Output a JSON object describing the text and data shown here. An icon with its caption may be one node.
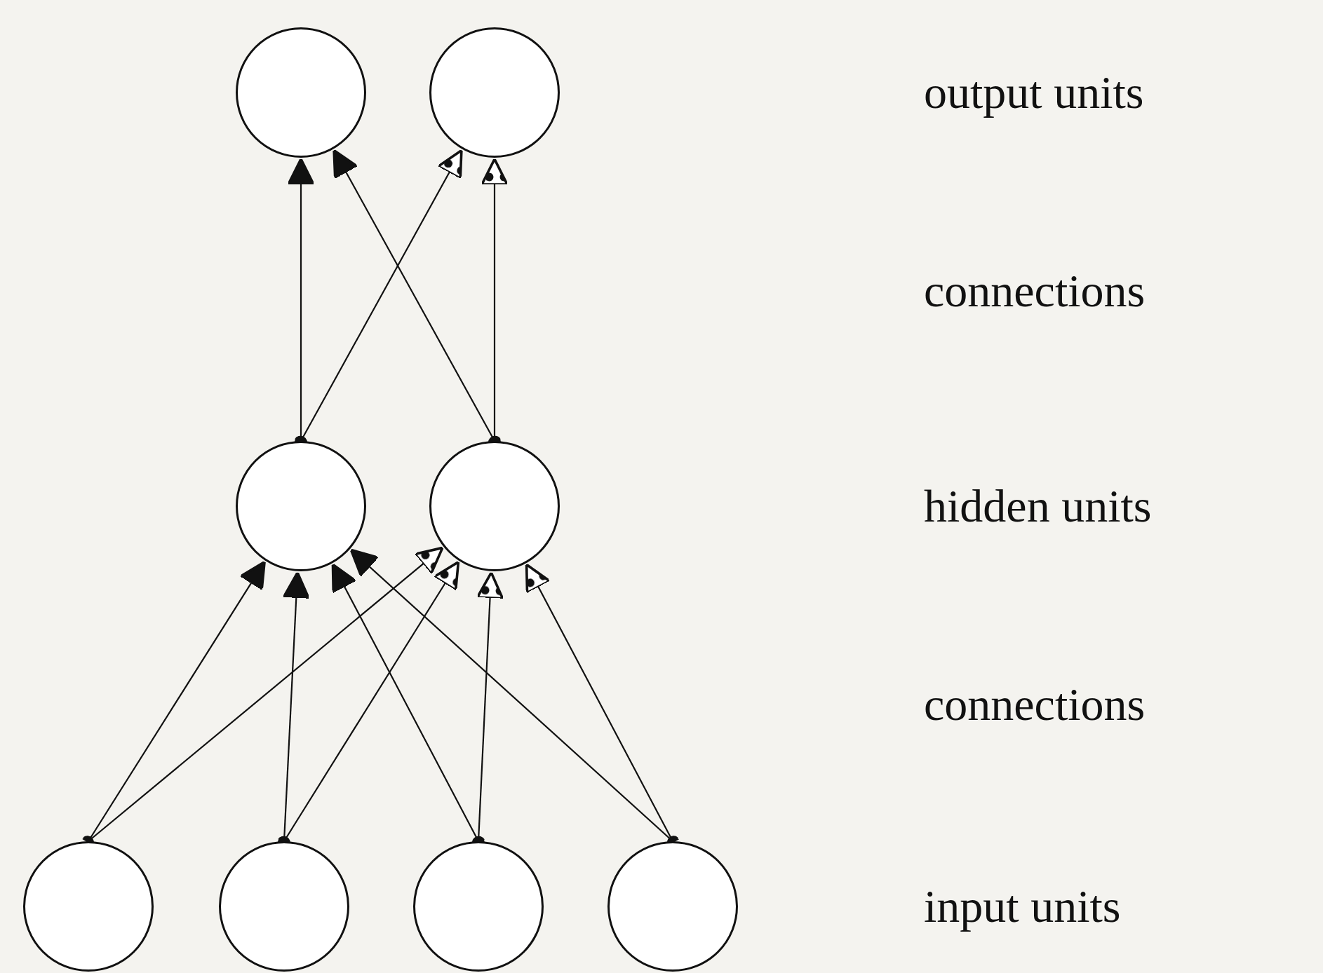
{
  "diagram": {
    "nodes": [
      {
        "text": [],
        "shape": "circle"
      },
      {
        "text": [],
        "shape": "circle"
      },
      {
        "text": [],
        "shape": "circle"
      },
      {
        "text": [],
        "shape": "circle"
      },
      {
        "text": [],
        "shape": "circle"
      },
      {
        "text": [],
        "shape": "circle"
      },
      {
        "text": [],
        "shape": "circle"
      },
      {
        "text": [],
        "shape": "circle"
      }
    ],
    "edges": [
      {
        "from": 4,
        "to": 2,
        "arrow": "to"
      },
      {
        "from": 4,
        "to": 3,
        "arrow": "to"
      },
      {
        "from": 5,
        "to": 2,
        "arrow": "to"
      },
      {
        "from": 5,
        "to": 3,
        "arrow": "to"
      },
      {
        "from": 6,
        "to": 2,
        "arrow": "to"
      },
      {
        "from": 6,
        "to": 3,
        "arrow": "to"
      },
      {
        "from": 7,
        "to": 2,
        "arrow": "to"
      },
      {
        "from": 7,
        "to": 3,
        "arrow": "to"
      },
      {
        "from": 2,
        "to": 0,
        "arrow": "to"
      },
      {
        "from": 2,
        "to": 1,
        "arrow": "to"
      },
      {
        "from": 3,
        "to": 0,
        "arrow": "to"
      },
      {
        "from": 3,
        "to": 1,
        "arrow": "to"
      }
    ],
    "labels": [
      "output units",
      "connections",
      "hidden units",
      "connections",
      "input units"
    ]
  }
}
